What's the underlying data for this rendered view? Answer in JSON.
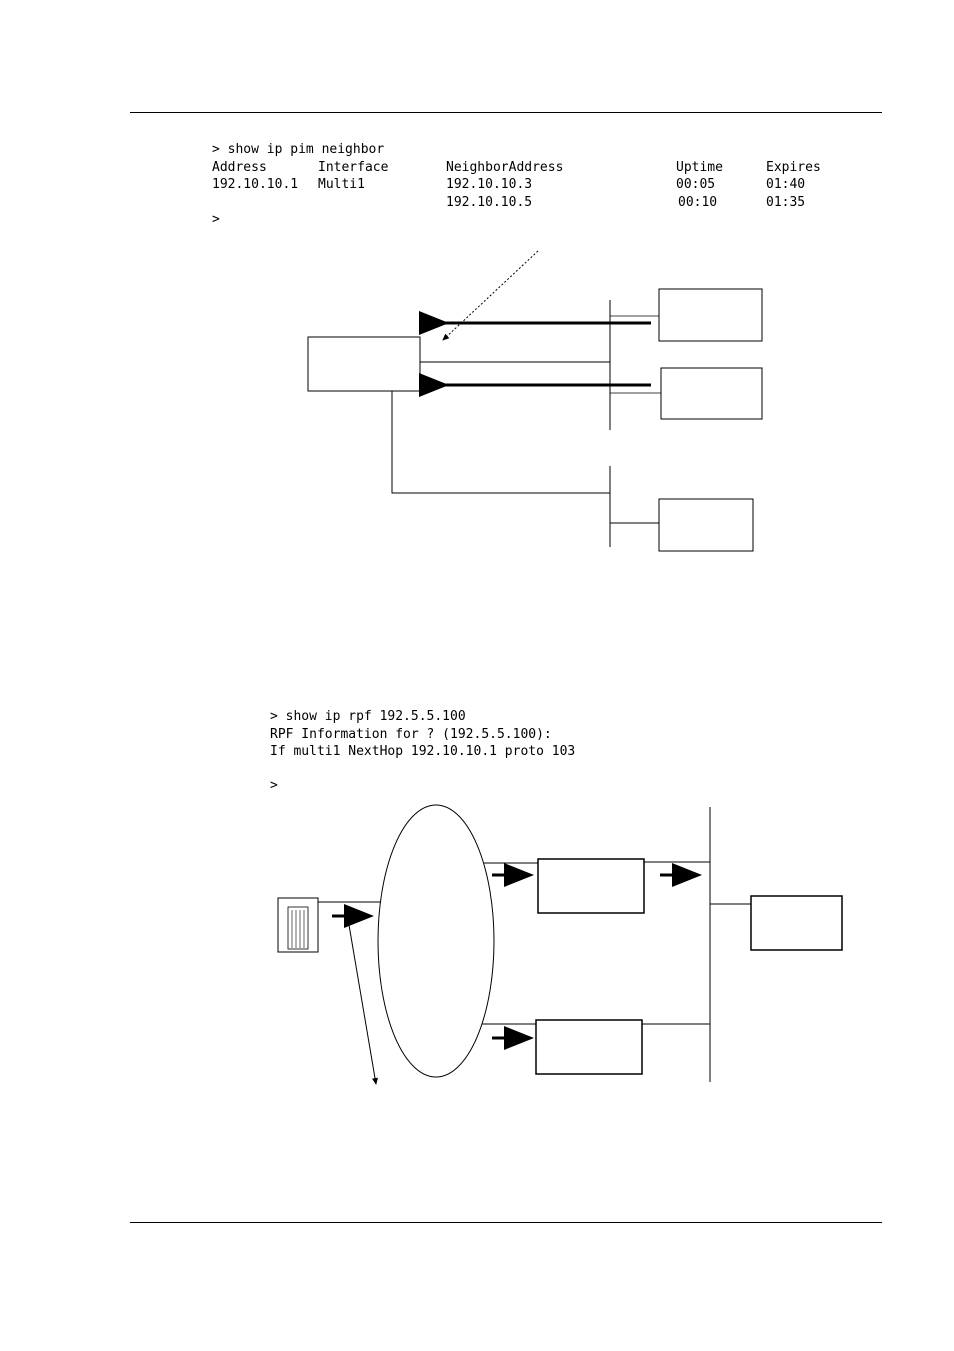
{
  "console1": {
    "prompt_cmd": "> show ip pim neighbor",
    "headers": [
      "Address",
      "Interface",
      "NeighborAddress",
      "Uptime",
      "Expires"
    ],
    "rows": [
      [
        "192.10.10.1",
        "Multi1",
        "192.10.10.3",
        "00:05",
        "01:40"
      ],
      [
        "",
        "",
        "192.10.10.5",
        "00:10",
        "01:35"
      ]
    ],
    "prompt_end": ">"
  },
  "console2": {
    "lines": [
      "> show ip rpf 192.5.5.100",
      "RPF Information for ? (192.5.5.100):",
      "If multi1 NextHop 192.10.10.1 proto 103",
      "",
      ">"
    ]
  }
}
